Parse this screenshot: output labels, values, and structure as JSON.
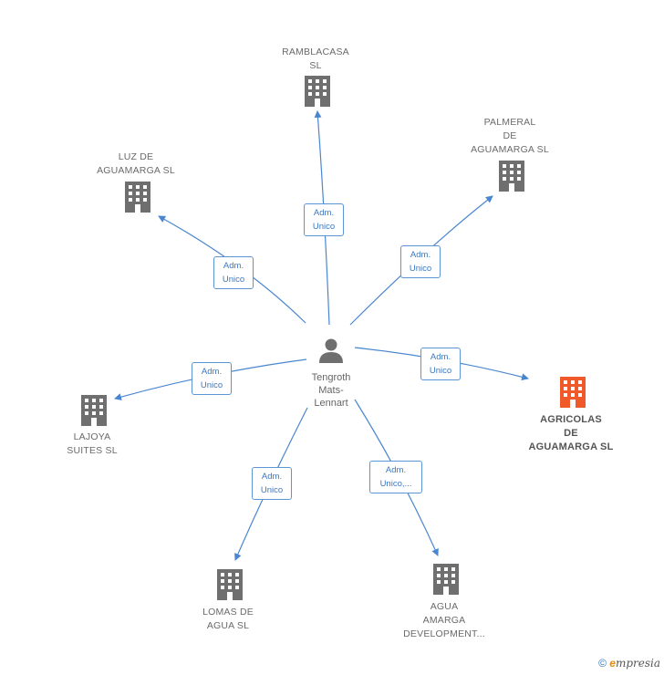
{
  "center": {
    "name_lines": [
      "Tengroth",
      "Mats-",
      "Lennart"
    ],
    "icon": "person-icon"
  },
  "companies": [
    {
      "id": "ramblacasa",
      "lines": [
        "RAMBLACASA",
        "SL"
      ],
      "highlight": false
    },
    {
      "id": "palmeral",
      "lines": [
        "PALMERAL",
        "DE",
        "AGUAMARGA SL"
      ],
      "highlight": false
    },
    {
      "id": "luz",
      "lines": [
        "LUZ DE",
        "AGUAMARGA SL"
      ],
      "highlight": false
    },
    {
      "id": "agricolas",
      "lines": [
        "AGRICOLAS",
        "DE",
        "AGUAMARGA SL"
      ],
      "highlight": true
    },
    {
      "id": "lajoya",
      "lines": [
        "LAJOYA",
        "SUITES SL"
      ],
      "highlight": false
    },
    {
      "id": "lomas",
      "lines": [
        "LOMAS DE",
        "AGUA SL"
      ],
      "highlight": false
    },
    {
      "id": "agua",
      "lines": [
        "AGUA",
        "AMARGA",
        "DEVELOPMENT..."
      ],
      "highlight": false
    }
  ],
  "edges": [
    {
      "to": "ramblacasa",
      "lines": [
        "Adm.",
        "Unico"
      ]
    },
    {
      "to": "palmeral",
      "lines": [
        "Adm.",
        "Unico"
      ]
    },
    {
      "to": "luz",
      "lines": [
        "Adm.",
        "Unico"
      ]
    },
    {
      "to": "agricolas",
      "lines": [
        "Adm.",
        "Unico"
      ]
    },
    {
      "to": "lajoya",
      "lines": [
        "Adm.",
        "Unico"
      ]
    },
    {
      "to": "lomas",
      "lines": [
        "Adm.",
        "Unico"
      ]
    },
    {
      "to": "agua",
      "lines": [
        "Adm.",
        "Unico,..."
      ]
    }
  ],
  "colors": {
    "edge": "#4a86d0",
    "building": "#6f6f6f",
    "highlight": "#f0592a"
  },
  "footer": {
    "copyright": "©",
    "brand_first": "e",
    "brand_rest": "mpresia"
  }
}
